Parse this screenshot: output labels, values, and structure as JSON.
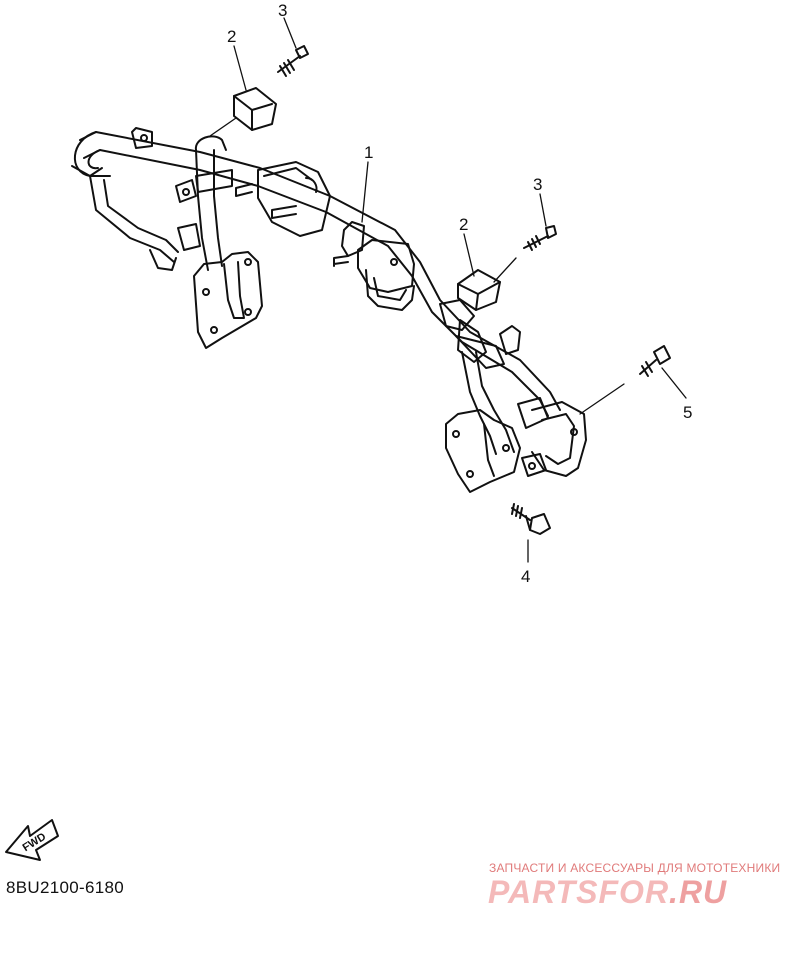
{
  "callouts": {
    "c1": "1",
    "c2a": "2",
    "c2b": "2",
    "c3a": "3",
    "c3b": "3",
    "c4": "4",
    "c5": "5"
  },
  "fwd_label": "FWD",
  "part_code": "8BU2100-6180",
  "watermark": {
    "tagline": "ЗАПЧАСТИ И АКСЕССУАРЫ ДЛЯ МОТОТЕХНИКИ",
    "logo_main": "PARTSFOR",
    "logo_tld": ".RU"
  }
}
